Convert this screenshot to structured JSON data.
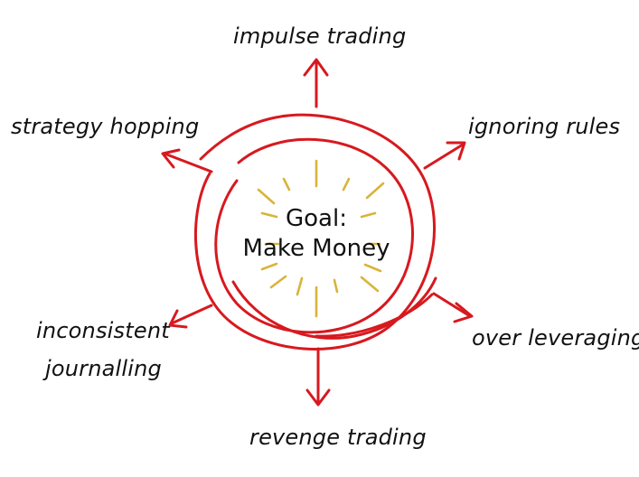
{
  "center": {
    "line1": "Goal:",
    "line2": "Make Money"
  },
  "labels": {
    "impulse_trading": "impulse trading",
    "ignoring_rules": "ignoring rules",
    "over_leveraging": "over leveraging",
    "revenge_trading": "revenge trading",
    "inconsistent_line1": "inconsistent",
    "inconsistent_line2": "journalling",
    "strategy_hopping": "strategy hopping"
  },
  "colors": {
    "loop": "#d7191f",
    "rays": "#d9b43a",
    "text": "#111111"
  }
}
